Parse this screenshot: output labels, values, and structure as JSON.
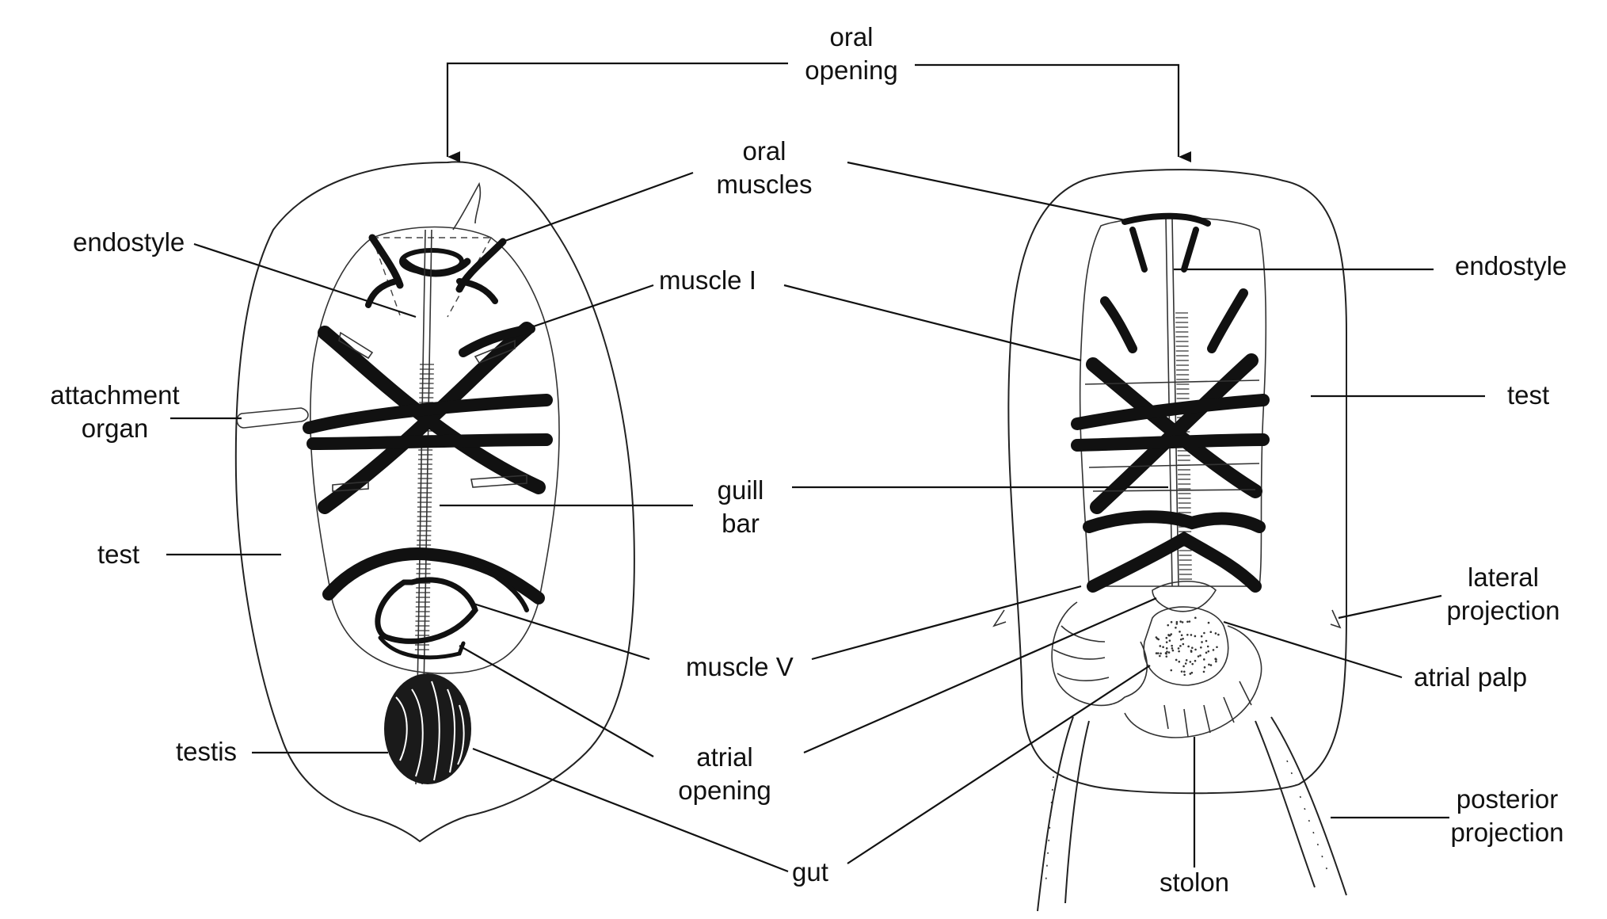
{
  "labels": {
    "oral_opening": [
      "oral",
      "opening"
    ],
    "oral_muscles": [
      "oral",
      "muscles"
    ],
    "endostyle_left": "endostyle",
    "endostyle_right": "endostyle",
    "muscle_i": "muscle I",
    "attachment_organ": [
      "attachment",
      "organ"
    ],
    "test_left": "test",
    "test_right": "test",
    "guill_bar": [
      "guill",
      "bar"
    ],
    "lateral_projection": [
      "lateral",
      "projection"
    ],
    "muscle_v": "muscle V",
    "atrial_palp": "atrial palp",
    "testis": "testis",
    "atrial_opening": [
      "atrial",
      "opening"
    ],
    "posterior_projection": [
      "posterior",
      "projection"
    ],
    "gut": "gut",
    "stolon": "stolon"
  }
}
